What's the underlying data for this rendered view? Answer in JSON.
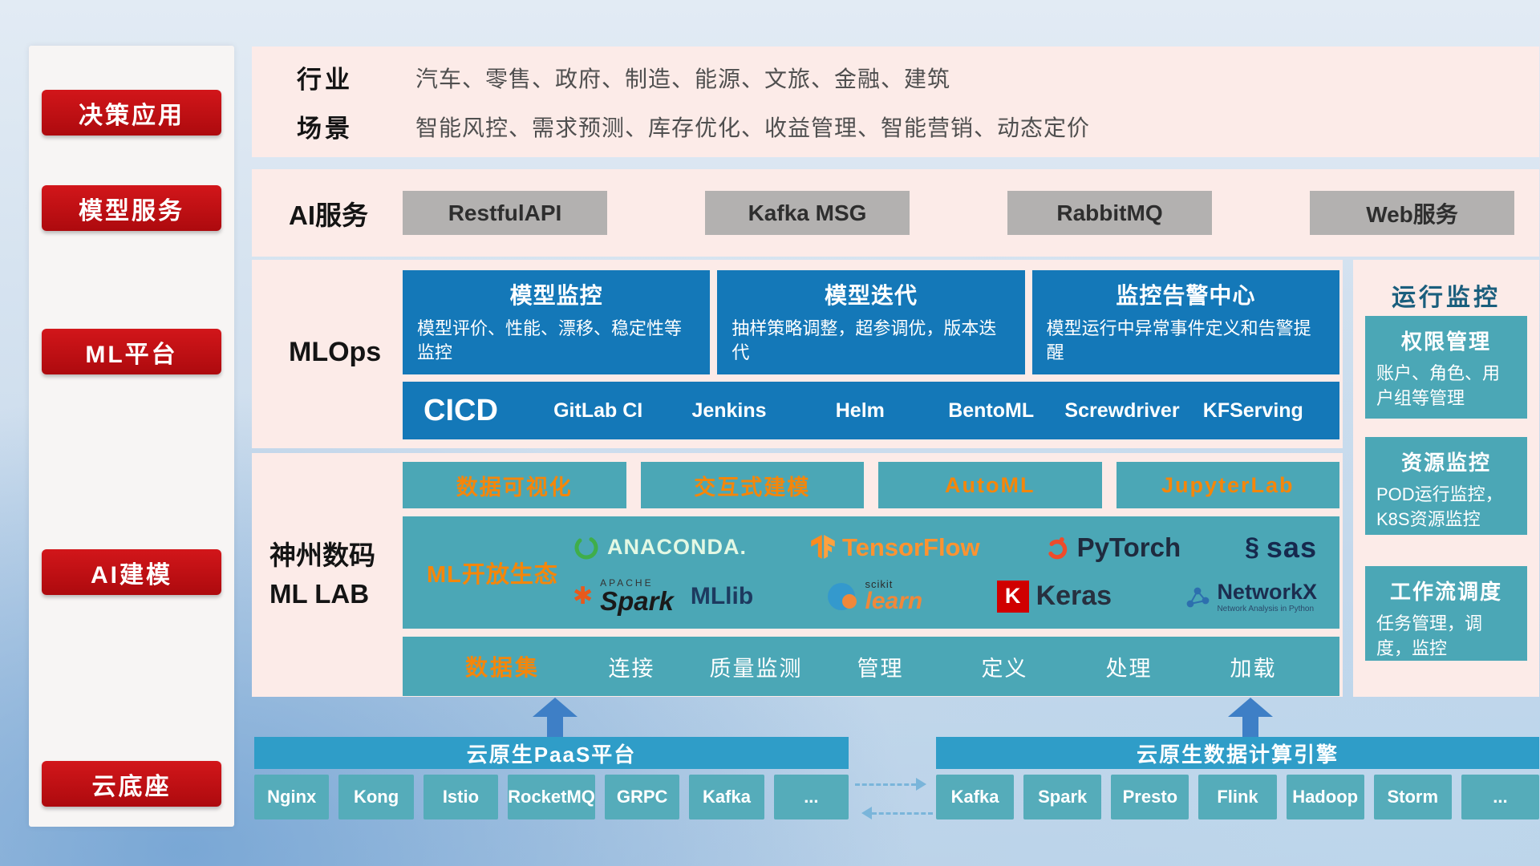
{
  "sidebar": {
    "items": [
      {
        "label": "决策应用"
      },
      {
        "label": "模型服务"
      },
      {
        "label": "ML平台"
      },
      {
        "label": "AI建模"
      },
      {
        "label": "云底座"
      }
    ]
  },
  "industry": {
    "rows": [
      {
        "label": "行业",
        "text": "汽车、零售、政府、制造、能源、文旅、金融、建筑"
      },
      {
        "label": "场景",
        "text": "智能风控、需求预测、库存优化、收益管理、智能营销、动态定价"
      }
    ]
  },
  "ai_service": {
    "label": "AI服务",
    "buttons": [
      "RestfulAPI",
      "Kafka MSG",
      "RabbitMQ",
      "Web服务"
    ]
  },
  "mlops": {
    "label": "MLOps",
    "cards": [
      {
        "title": "模型监控",
        "desc": "模型评价、性能、漂移、稳定性等监控"
      },
      {
        "title": "模型迭代",
        "desc": "抽样策略调整，超参调优，版本迭代"
      },
      {
        "title": "监控告警中心",
        "desc": "模型运行中异常事件定义和告警提醒"
      }
    ],
    "cicd": {
      "label": "CICD",
      "tools": [
        "GitLab CI",
        "Jenkins",
        "Helm",
        "BentoML",
        "Screwdriver",
        "KFServing"
      ]
    }
  },
  "mllab": {
    "label_line1": "神州数码",
    "label_line2": "ML LAB",
    "top_buttons": [
      "数据可视化",
      "交互式建模",
      "AutoML",
      "JupyterLab"
    ],
    "ecosystem": {
      "label": "ML开放生态",
      "anaconda": "ANACONDA.",
      "tensorflow": "TensorFlow",
      "pytorch": "PyTorch",
      "sas": "sas",
      "spark_apache": "APACHE",
      "spark": "Spark",
      "mllib": "MLlib",
      "scikit_top": "scikit",
      "scikit": "learn",
      "keras_initial": "K",
      "keras": "Keras",
      "networkx": "NetworkX",
      "networkx_sub": "Network Analysis in Python"
    },
    "dataset": {
      "label": "数据集",
      "items": [
        "连接",
        "质量监测",
        "管理",
        "定义",
        "处理",
        "加载"
      ]
    }
  },
  "monitoring": {
    "title": "运行监控",
    "cards": [
      {
        "title": "权限管理",
        "desc": "账户、角色、用户组等管理"
      },
      {
        "title": "资源监控",
        "desc": "POD运行监控，K8S资源监控"
      },
      {
        "title": "工作流调度",
        "desc": "任务管理，调度，监控"
      }
    ]
  },
  "cloud": {
    "paas": {
      "title": "云原生PaaS平台",
      "items": [
        "Nginx",
        "Kong",
        "Istio",
        "RocketMQ",
        "GRPC",
        "Kafka",
        "..."
      ]
    },
    "engine": {
      "title": "云原生数据计算引擎",
      "items": [
        "Kafka",
        "Spark",
        "Presto",
        "Flink",
        "Hadoop",
        "Storm",
        "..."
      ]
    }
  },
  "icons": {
    "spark_star": "✱",
    "sas_swirl": "§"
  },
  "colors": {
    "accent_red": "#c00d10",
    "card_blue": "#1478b8",
    "teal": "#4ba7b6",
    "accent_orange": "#f5860a",
    "bar_blue": "#2f9dc8",
    "panel_pink": "#fcebe8"
  }
}
